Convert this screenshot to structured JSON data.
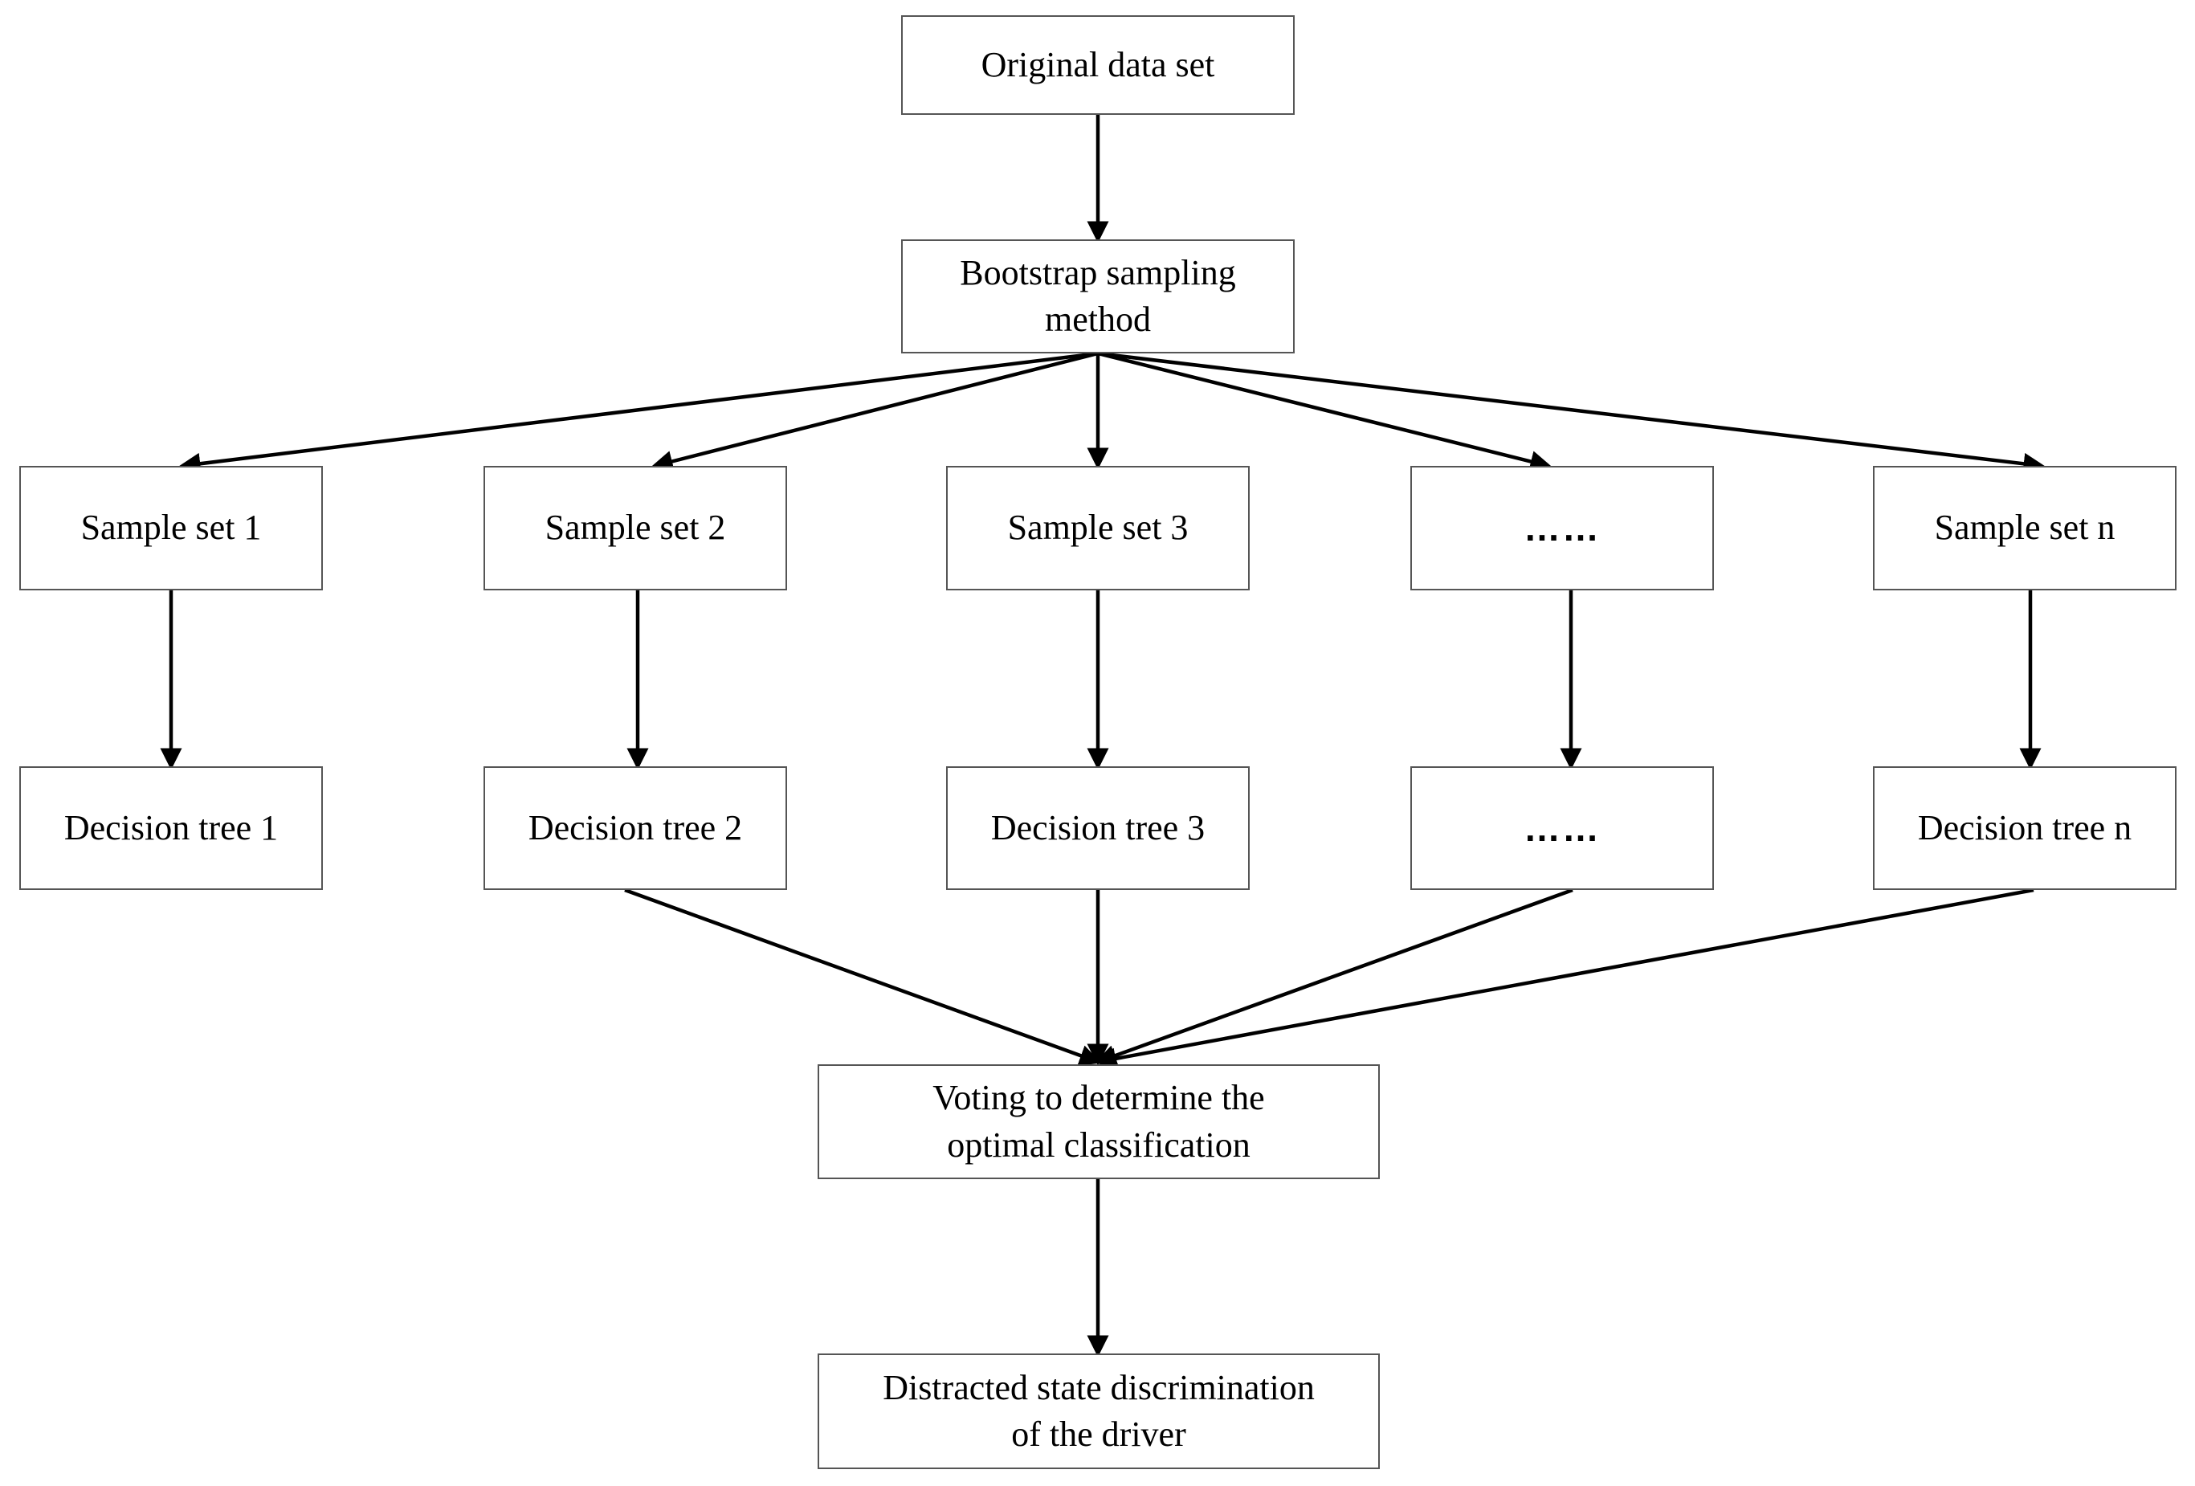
{
  "nodes": {
    "original": {
      "text": "Original data set"
    },
    "bootstrap": {
      "line1": "Bootstrap sampling",
      "line2": "method"
    },
    "samples": [
      "Sample set 1",
      "Sample set 2",
      "Sample set 3",
      "……",
      "Sample set n"
    ],
    "trees": [
      "Decision tree 1",
      "Decision tree 2",
      "Decision tree 3",
      "……",
      "Decision tree n"
    ],
    "voting": {
      "line1": "Voting to determine the",
      "line2": "optimal classification"
    },
    "result": {
      "line1": "Distracted state discrimination",
      "line2": "of the driver"
    }
  },
  "edges": [
    [
      "original",
      "bootstrap"
    ],
    [
      "bootstrap",
      "sample-1"
    ],
    [
      "bootstrap",
      "sample-2"
    ],
    [
      "bootstrap",
      "sample-3"
    ],
    [
      "bootstrap",
      "sample-4"
    ],
    [
      "bootstrap",
      "sample-n"
    ],
    [
      "sample-1",
      "tree-1"
    ],
    [
      "sample-2",
      "tree-2"
    ],
    [
      "sample-3",
      "tree-3"
    ],
    [
      "sample-4",
      "tree-4"
    ],
    [
      "sample-n",
      "tree-n"
    ],
    [
      "tree-2",
      "voting"
    ],
    [
      "tree-3",
      "voting"
    ],
    [
      "tree-4",
      "voting"
    ],
    [
      "tree-n",
      "voting"
    ],
    [
      "voting",
      "result"
    ]
  ],
  "colors": {
    "line": "#000000",
    "border": "#555555",
    "background": "#ffffff"
  }
}
